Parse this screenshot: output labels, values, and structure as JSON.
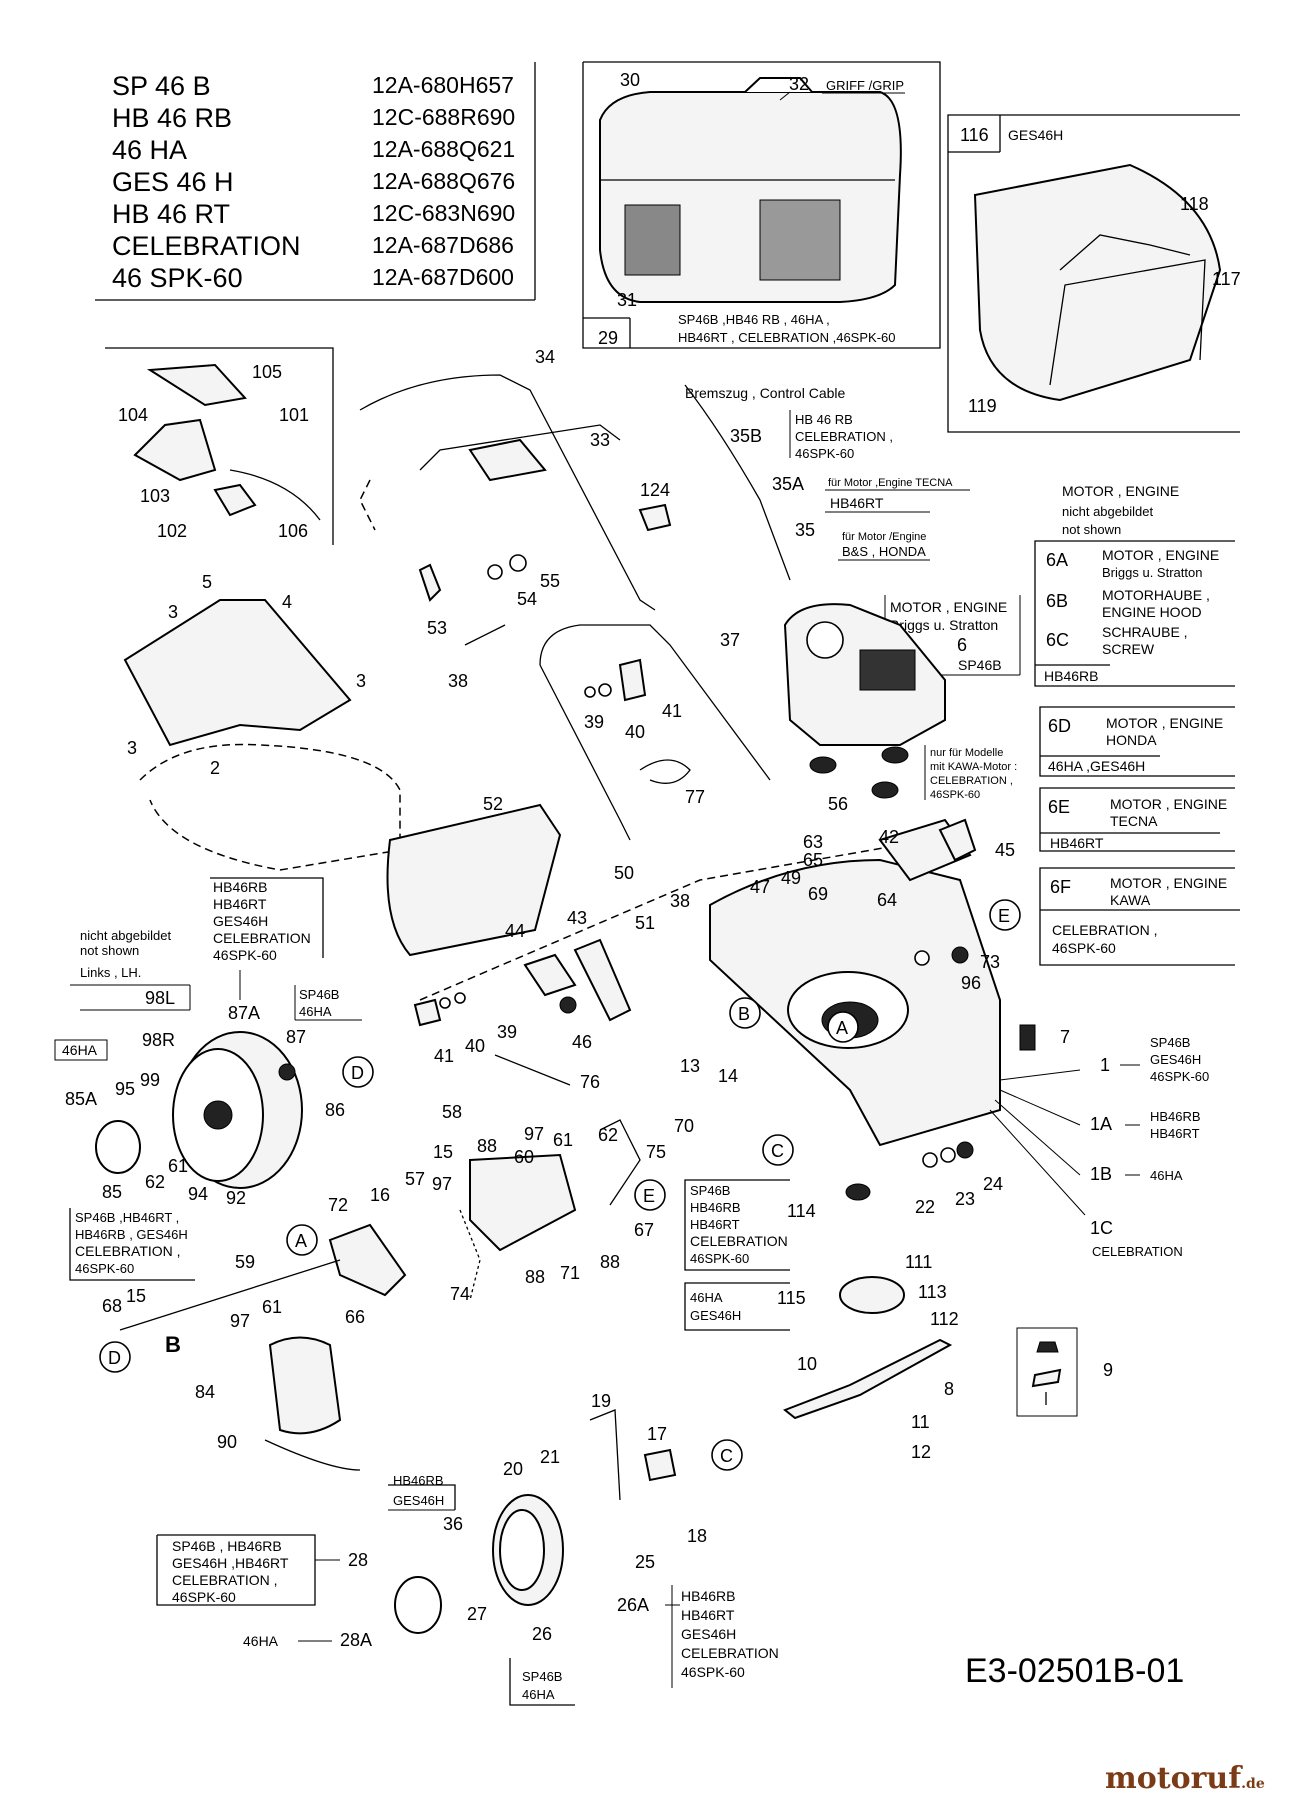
{
  "models": [
    {
      "name": "SP 46 B",
      "code": "12A-680H657"
    },
    {
      "name": "HB 46 RB",
      "code": "12C-688R690"
    },
    {
      "name": "46 HA",
      "code": "12A-688Q621"
    },
    {
      "name": "GES 46 H",
      "code": "12A-688Q676"
    },
    {
      "name": "HB 46 RT",
      "code": "12C-683N690"
    },
    {
      "name": "CELEBRATION",
      "code": "12A-687D686"
    },
    {
      "name": "46 SPK-60",
      "code": "12A-687D600"
    }
  ],
  "part_numbers": {
    "p30": "30",
    "p32": "32",
    "p31": "31",
    "p29": "29",
    "p116": "116",
    "p118": "118",
    "p117": "117",
    "p119": "119",
    "p105": "105",
    "p104": "104",
    "p101": "101",
    "p103": "103",
    "p102": "102",
    "p106": "106",
    "p34": "34",
    "p33": "33",
    "p124": "124",
    "p35B": "35B",
    "p35A": "35A",
    "p35": "35",
    "p5": "5",
    "p4": "4",
    "p3a": "3",
    "p3b": "3",
    "p3c": "3",
    "p2": "2",
    "p55": "55",
    "p54": "54",
    "p53": "53",
    "p38a": "38",
    "p37": "37",
    "p39a": "39",
    "p40a": "40",
    "p41a": "41",
    "p77": "77",
    "p6": "6",
    "p56": "56",
    "p52": "52",
    "p50": "50",
    "p38b": "38",
    "p51": "51",
    "p44": "44",
    "p43": "43",
    "p39b": "39",
    "p40b": "40",
    "p41b": "41",
    "p46": "46",
    "p47": "47",
    "p49": "49",
    "p63": "63",
    "p65": "65",
    "p69": "69",
    "p42": "42",
    "p45": "45",
    "p64": "64",
    "p73": "73",
    "p96": "96",
    "p98L": "98L",
    "p87A": "87A",
    "p98R": "98R",
    "p87": "87",
    "p85A": "85A",
    "p95": "95",
    "p99": "99",
    "p86": "86",
    "p85": "85",
    "p62a": "62",
    "p61a": "61",
    "p94": "94",
    "p92": "92",
    "p76": "76",
    "p13": "13",
    "p14": "14",
    "p7": "7",
    "p1": "1",
    "p1A": "1A",
    "p1B": "1B",
    "p1C": "1C",
    "p58": "58",
    "p15a": "15",
    "p97a": "97",
    "p88a": "88",
    "p60": "60",
    "p61b": "61",
    "p62b": "62",
    "p70": "70",
    "p75": "75",
    "p57": "57",
    "p16": "16",
    "p72": "72",
    "p67": "67",
    "p88b": "88",
    "p88c": "88",
    "p71": "71",
    "p74": "74",
    "p59": "59",
    "p68": "68",
    "p15b": "15",
    "p97b": "97",
    "p61c": "61",
    "p66": "66",
    "p84": "84",
    "p90": "90",
    "p114": "114",
    "p22": "22",
    "p23": "23",
    "p24": "24",
    "p115": "115",
    "p111": "111",
    "p113": "113",
    "p112": "112",
    "p10": "10",
    "p8": "8",
    "p11": "11",
    "p12": "12",
    "p9": "9",
    "p19": "19",
    "p17": "17",
    "p20": "20",
    "p21": "21",
    "p18": "18",
    "p36": "36",
    "p25": "25",
    "p28": "28",
    "p27": "27",
    "p28A": "28A",
    "p26A": "26A",
    "p26": "26"
  },
  "callouts": {
    "A1": "A",
    "A2": "A",
    "B1": "B",
    "B2": "B",
    "C1": "C",
    "C2": "C",
    "D1": "D",
    "D2": "D",
    "E1": "E",
    "E2": "E"
  },
  "notes": {
    "grip": "GRIFF /GRIP",
    "ges46h_top": "GES46H",
    "bag_models_1": "SP46B ,HB46 RB , 46HA ,",
    "bag_models_2": "HB46RT , CELEBRATION ,46SPK-60",
    "control_cable": "Bremszug , Control Cable",
    "c35b_1": "HB 46 RB",
    "c35b_2": "CELEBRATION ,",
    "c35b_3": "46SPK-60",
    "c35a_1": "für Motor ,Engine TECNA",
    "c35a_2": "HB46RT",
    "c35_1": "für Motor /Engine",
    "c35_2": "B&S , HONDA",
    "motor_bs_1": "MOTOR , ENGINE",
    "motor_bs_2": "Briggs u. Stratton",
    "motor_bs_3": "SP46B",
    "kawa_note_1": "nur für Modelle",
    "kawa_note_2": "mit KAWA-Motor :",
    "kawa_note_3": "CELEBRATION ,",
    "kawa_note_4": "46SPK-60",
    "not_shown_1": "MOTOR , ENGINE",
    "not_shown_2": "nicht abgebildet",
    "not_shown_3": "not shown",
    "e6a_1": "MOTOR , ENGINE",
    "e6a_2": "Briggs u. Stratton",
    "e6b_1": "MOTORHAUBE ,",
    "e6b_2": "ENGINE HOOD",
    "e6c_1": "SCHRAUBE ,",
    "e6c_2": "SCREW",
    "e6_model": "HB46RB",
    "e6d_1": "MOTOR , ENGINE",
    "e6d_2": "HONDA",
    "e6d_model": "46HA ,GES46H",
    "e6e_1": "MOTOR , ENGINE",
    "e6e_2": "TECNA",
    "e6e_model": "HB46RT",
    "e6f_1": "MOTOR , ENGINE",
    "e6f_2": "KAWA",
    "e6f_m1": "CELEBRATION ,",
    "e6f_m2": "46SPK-60",
    "k6A": "6A",
    "k6B": "6B",
    "k6C": "6C",
    "k6D": "6D",
    "k6E": "6E",
    "k6F": "6F",
    "wheel_models_1": "HB46RB",
    "wheel_models_2": "HB46RT",
    "wheel_models_3": "GES46H",
    "wheel_models_4": "CELEBRATION",
    "wheel_models_5": "46SPK-60",
    "lh_1": "nicht abgebildet",
    "lh_2": "not shown",
    "lh_3": "Links , LH.",
    "sp46b_ha_1": "SP46B",
    "sp46b_ha_2": "46HA",
    "ha_box": "46HA",
    "hub_models_1": "SP46B ,HB46RT ,",
    "hub_models_2": "HB46RB , GES46H",
    "hub_models_3": "CELEBRATION ,",
    "hub_models_4": "46SPK-60",
    "deck1_1": "SP46B",
    "deck1_2": "GES46H",
    "deck1_3": "46SPK-60",
    "deck1a_1": "HB46RB",
    "deck1a_2": "HB46RT",
    "deck1b": "46HA",
    "deck1c": "CELEBRATION",
    "adapter_1": "SP46B",
    "adapter_2": "HB46RB",
    "adapter_3": "HB46RT",
    "adapter_4": "CELEBRATION",
    "adapter_5": "46SPK-60",
    "adapter_6": "46HA",
    "adapter_7": "GES46H",
    "fw_top_1": "HB46RB",
    "fw_top_2": "GES46H",
    "fw_cap_1": "SP46B , HB46RB",
    "fw_cap_2": "GES46H ,HB46RT",
    "fw_cap_3": "CELEBRATION ,",
    "fw_cap_4": "46SPK-60",
    "fw_ha": "46HA",
    "fw_26a_1": "HB46RB",
    "fw_26a_2": "HB46RT",
    "fw_26a_3": "GES46H",
    "fw_26a_4": "CELEBRATION",
    "fw_26a_5": "46SPK-60",
    "fw_26_1": "SP46B",
    "fw_26_2": "46HA"
  },
  "drawing_code": "E3-02501B-01",
  "watermark": {
    "brand": "motoruf",
    "suffix": ".de"
  }
}
